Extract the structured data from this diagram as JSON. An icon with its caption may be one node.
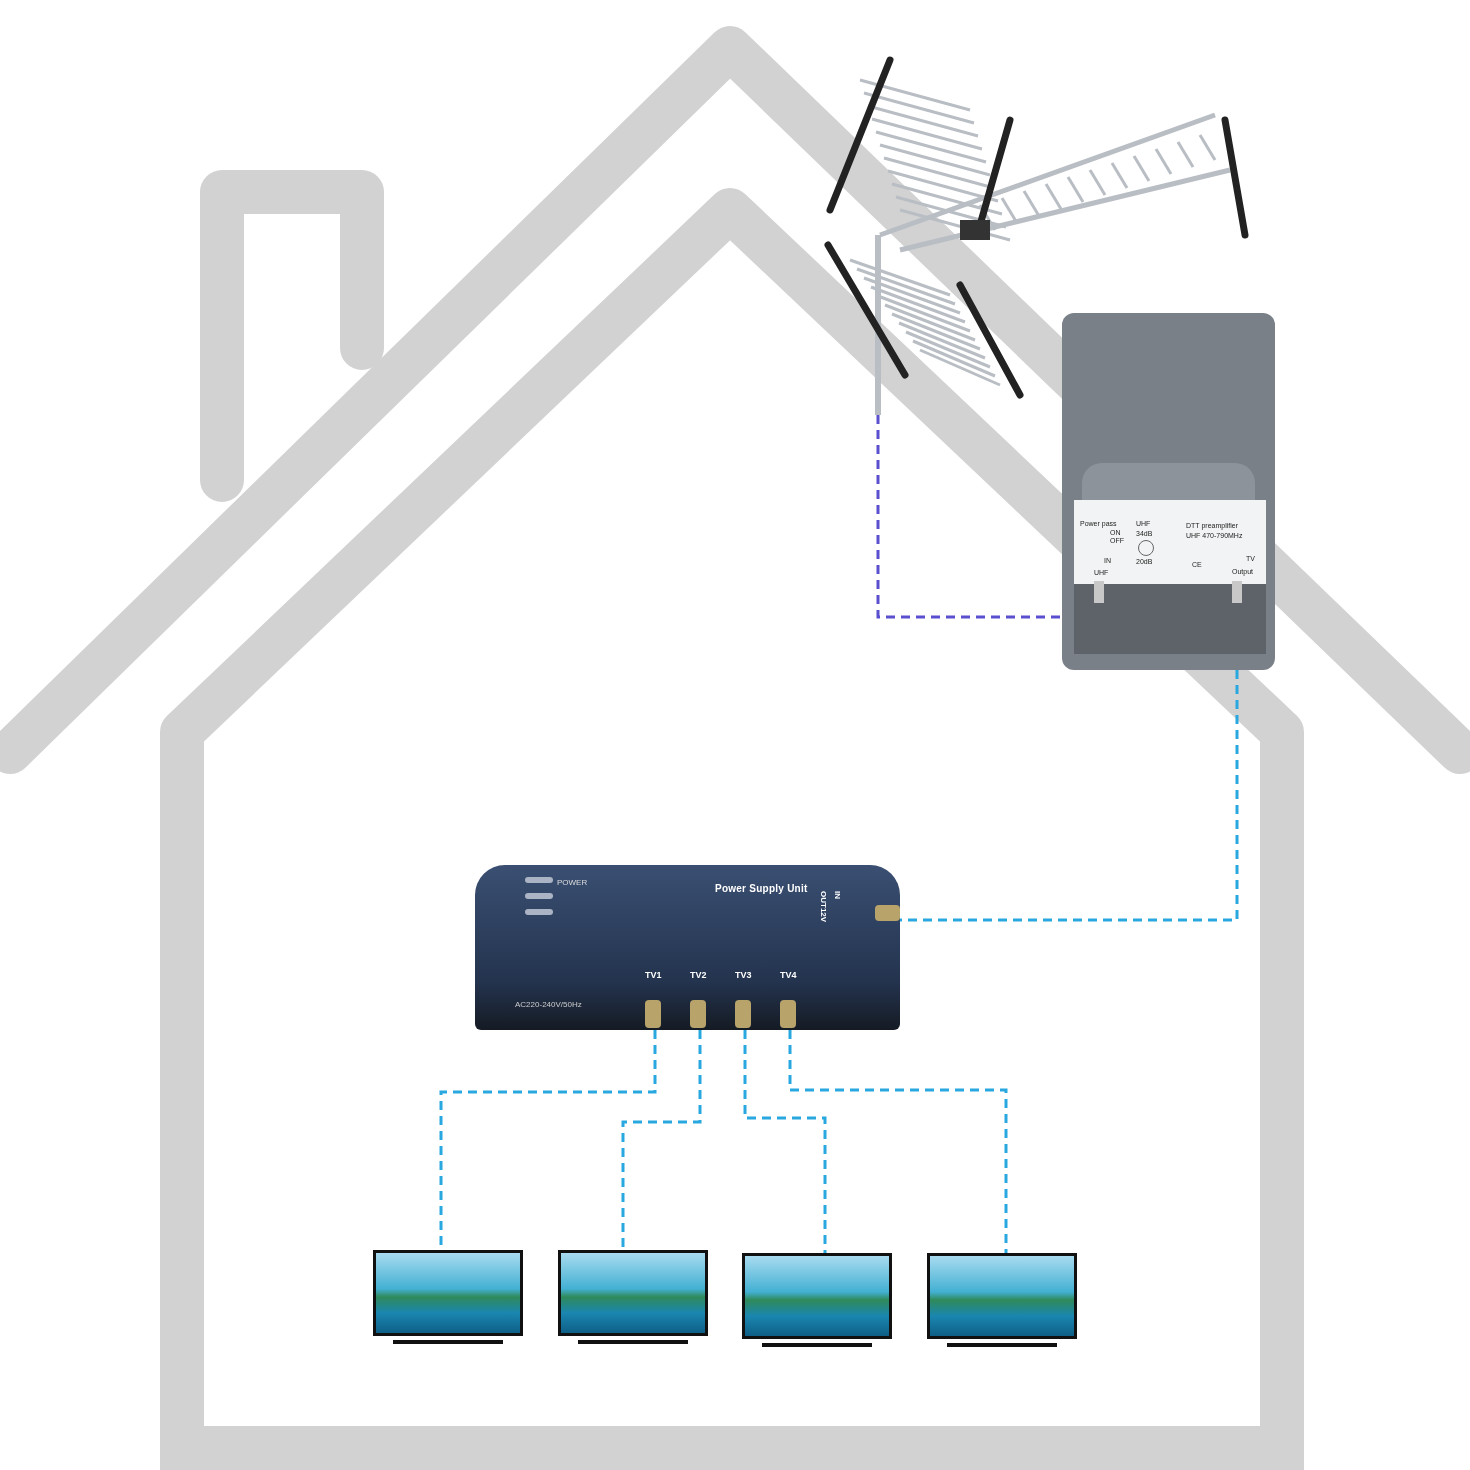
{
  "diagram": {
    "nodes": [
      {
        "text": [],
        "shape": "picture"
      },
      {
        "text": [
          "DTT preamplifier",
          "UHF 470-790MHz",
          "Power pass",
          "ON",
          "OFF",
          "UHF",
          "34dB",
          "IN",
          "20dB",
          "UHF",
          "CE",
          "TV",
          "Output"
        ]
      },
      {
        "text": [
          "POWER",
          "Power Supply Unit",
          "OUT12V",
          "IN",
          "TV1",
          "TV2",
          "TV3",
          "TV4",
          "AC220-240V/50Hz"
        ]
      },
      {
        "text": [],
        "shape": "picture"
      },
      {
        "text": [],
        "shape": "picture"
      },
      {
        "text": [],
        "shape": "picture"
      },
      {
        "text": [],
        "shape": "picture"
      }
    ],
    "edges": [
      {
        "from": 0,
        "to": 1,
        "arrow": "none",
        "style": "dashed",
        "color": "#5a4fcf"
      },
      {
        "from": 1,
        "to": 2,
        "arrow": "none",
        "style": "dashed"
      },
      {
        "from": 2,
        "to": 3,
        "arrow": "none",
        "style": "dashed"
      },
      {
        "from": 2,
        "to": 4,
        "arrow": "none",
        "style": "dashed"
      },
      {
        "from": 2,
        "to": 5,
        "arrow": "none",
        "style": "dashed"
      },
      {
        "from": 2,
        "to": 6,
        "arrow": "none",
        "style": "dashed"
      }
    ]
  }
}
